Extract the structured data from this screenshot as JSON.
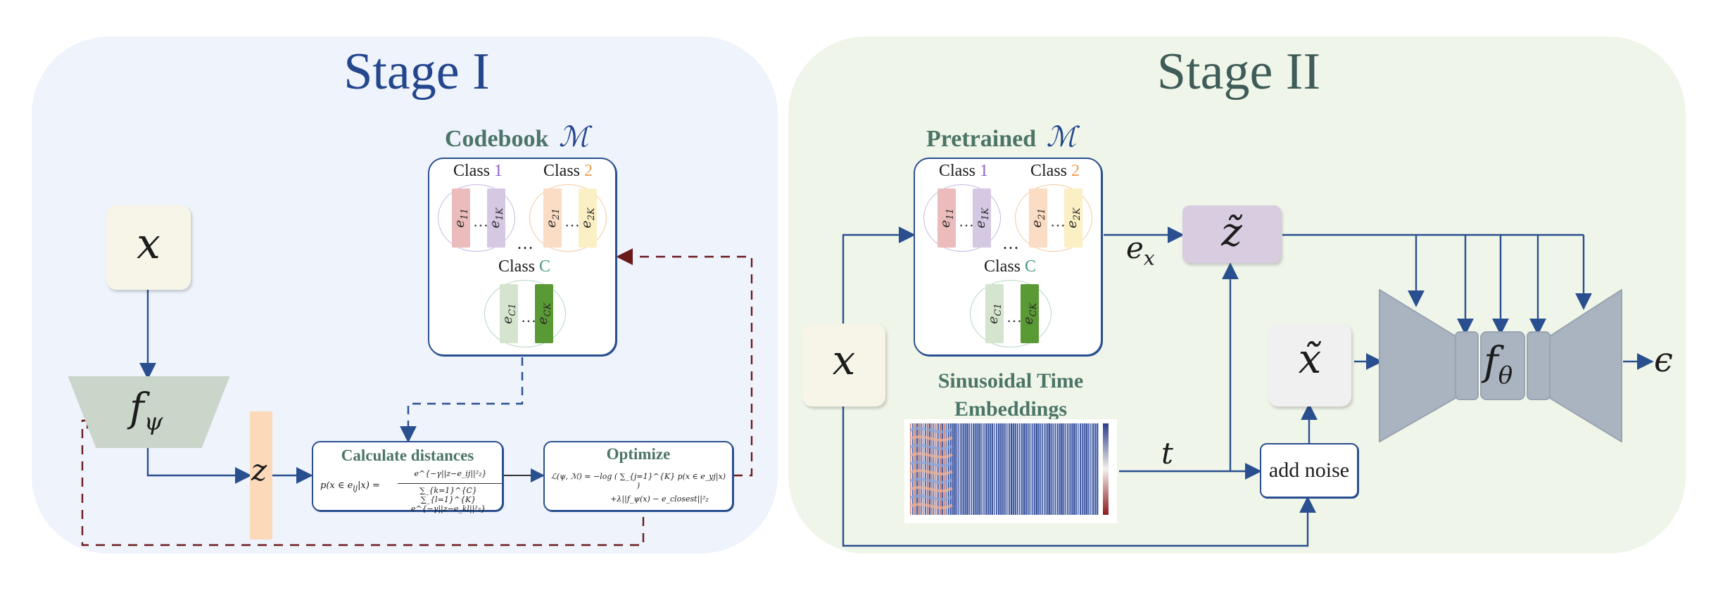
{
  "stage1": {
    "title": "Stage I",
    "input_x": "x",
    "encoder": "f",
    "encoder_sub": "ψ",
    "latent": "z",
    "codebook": {
      "title": "Codebook",
      "symbol": "ℳ",
      "class_prefix": "Class",
      "class1_num": "1",
      "class2_num": "2",
      "classC_num": "C",
      "vdots": "⋯",
      "mid_dots": "…",
      "chips": {
        "e11": "e",
        "e11_sub": "11",
        "e1K": "e",
        "e1K_sub": "1K",
        "e21": "e",
        "e21_sub": "21",
        "e2K": "e",
        "e2K_sub": "2K",
        "eC1": "e",
        "eC1_sub": "C1",
        "eCK": "e",
        "eCK_sub": "CK"
      }
    },
    "calc": {
      "title": "Calculate distances",
      "formula_lhs": "p(x ∈ e",
      "formula_lhs_sub": "ij",
      "formula_lhs_end": "|x) =",
      "formula_num": "e^{−γ||z−e_ij||²₂}",
      "formula_den": "∑_{k=1}^{C} ∑_{l=1}^{K} e^{−γ||z−e_kl||²₂}"
    },
    "optimize": {
      "title": "Optimize",
      "loss_line1": "ℒ(ψ, ℳ) = −log ( ∑_{j=1}^{K} p(x ∈ e_yj|x) )",
      "loss_line2": "+λ||f_ψ(x) − e_closest||²₂"
    }
  },
  "stage2": {
    "title": "Stage II",
    "input_x": "x",
    "pretrained": {
      "title": "Pretrained",
      "symbol": "ℳ"
    },
    "ex_label": "e",
    "ex_sub": "x",
    "ztilde": "z̃",
    "xtilde": "x̃",
    "add_noise": "add noise",
    "t_label": "t",
    "sinusoidal_title_line1": "Sinusoidal Time",
    "sinusoidal_title_line2": "Embeddings",
    "f_theta": "f",
    "f_theta_sub": "θ",
    "epsilon": "ϵ"
  },
  "colors": {
    "stage1_bg": "#eef3fc",
    "stage2_bg": "#eff5e9",
    "stage1_title": "#24468c",
    "stage2_title": "#3f5c58",
    "arrow_blue": "#2a4f8f",
    "arrow_dashed": "#6b1a1a",
    "class1": "#8e5cc8",
    "class2": "#f0a050",
    "classC": "#4a9a7c",
    "latent_bar": "#fbd9b9",
    "encoder_fill": "#c9d6c9",
    "ztilde_fill": "#d8cde0",
    "unet_fill": "#aab4c0"
  },
  "icons": [
    "arrow-icon",
    "dashed-arrow-icon",
    "trapezoid-encoder-icon",
    "unet-icon",
    "heatmap-icon"
  ]
}
